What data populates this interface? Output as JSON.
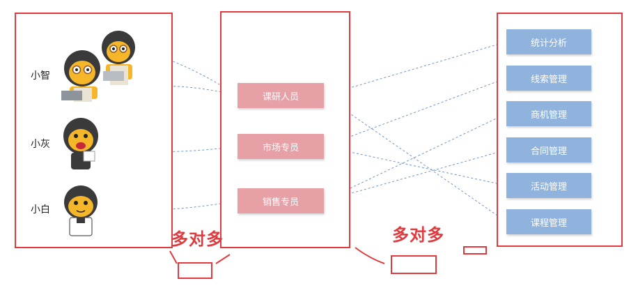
{
  "users": [
    {
      "label": "小智",
      "avatar": "monkey-avatar-pair"
    },
    {
      "label": "小灰",
      "avatar": "monkey-avatar"
    },
    {
      "label": "小白",
      "avatar": "monkey-avatar"
    }
  ],
  "roles": [
    "课研人员",
    "市场专员",
    "销售专员"
  ],
  "permissions": [
    "统计分析",
    "线索管理",
    "商机管理",
    "合同管理",
    "活动管理",
    "课程管理"
  ],
  "annotations": {
    "left": "多对多",
    "right": "多对多"
  },
  "links": {
    "user_role": [
      [
        0,
        0
      ],
      [
        1,
        1
      ],
      [
        2,
        2
      ]
    ],
    "role_perm": [
      [
        0,
        0
      ],
      [
        0,
        5
      ],
      [
        1,
        1
      ],
      [
        1,
        4
      ],
      [
        2,
        2
      ],
      [
        2,
        3
      ]
    ]
  },
  "colors": {
    "border": "#e03a3e",
    "role_fill": "#e6a0a6",
    "perm_fill": "#8fb3dc",
    "link": "#6f95c4",
    "annotation": "#e03a3e"
  }
}
